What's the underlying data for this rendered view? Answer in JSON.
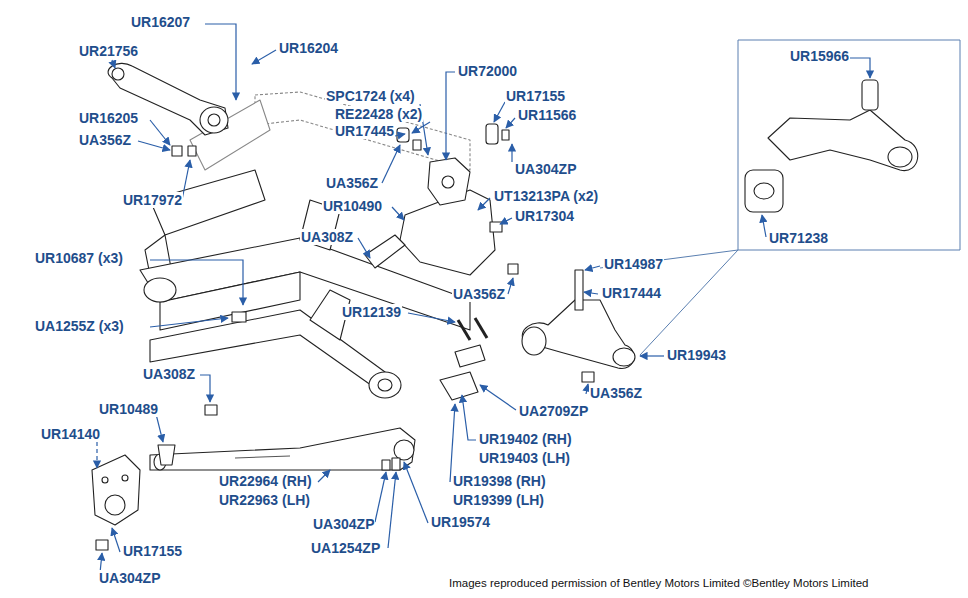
{
  "diagram": {
    "labels": [
      "UR16207",
      "UR16204",
      "UR21756",
      "UR72000",
      "SPC1724 (x4)",
      "UR17155",
      "UR15966",
      "RE22428 (x2)",
      "UR11566",
      "UR17445",
      "UR16205",
      "UA356Z",
      "UA304ZP",
      "UA356Z",
      "UT13213PA (x2)",
      "UR17972",
      "UR10490",
      "UR17304",
      "UA308Z",
      "UR71238",
      "UR10687 (x3)",
      "UR14987",
      "UA356Z",
      "UR17444",
      "UR12139",
      "UA1255Z (x3)",
      "UR19943",
      "UA356Z",
      "UA308Z",
      "UA2709ZP",
      "UR10489",
      "UR14140",
      "UR19402 (RH)",
      "UR19403 (LH)",
      "UR19398 (RH)",
      "UR19399 (LH)",
      "UR22964 (RH)",
      "UR22963 (LH)",
      "UA304ZP",
      "UR19574",
      "UA1254ZP",
      "UR17155",
      "UA304ZP",
      "Images reproduced permission of Bentley Motors Limited ©Bentley Motors Limited"
    ]
  }
}
